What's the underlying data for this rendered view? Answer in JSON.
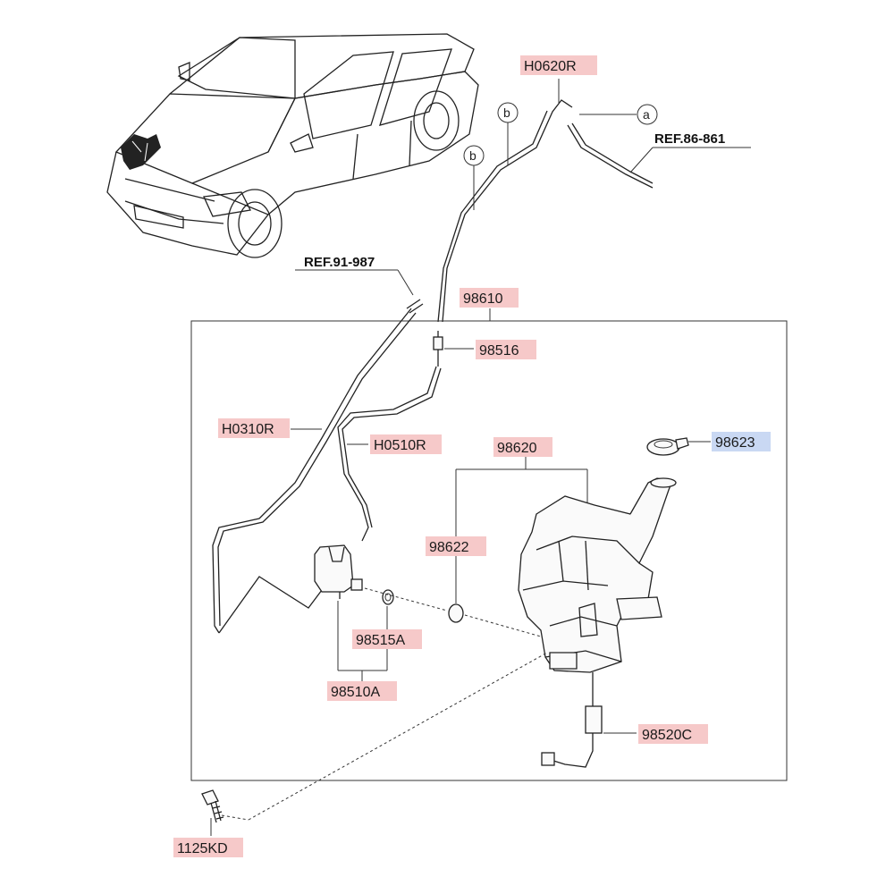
{
  "colors": {
    "part_highlight": "#f6c9c9",
    "selected_highlight": "#c9d8f3",
    "line": "#222222"
  },
  "labels": {
    "h0620r": "H0620R",
    "ref_86_861": "REF.86-861",
    "ref_91_987": "REF.91-987",
    "p98610": "98610",
    "p98516": "98516",
    "h0310r": "H0310R",
    "h0510r": "H0510R",
    "p98620": "98620",
    "p98623": "98623",
    "p98622": "98622",
    "p98515a": "98515A",
    "p98510a": "98510A",
    "p98520c": "98520C",
    "p1125kd": "1125KD"
  },
  "callouts": {
    "a": "a",
    "b1": "b",
    "b2": "b"
  }
}
